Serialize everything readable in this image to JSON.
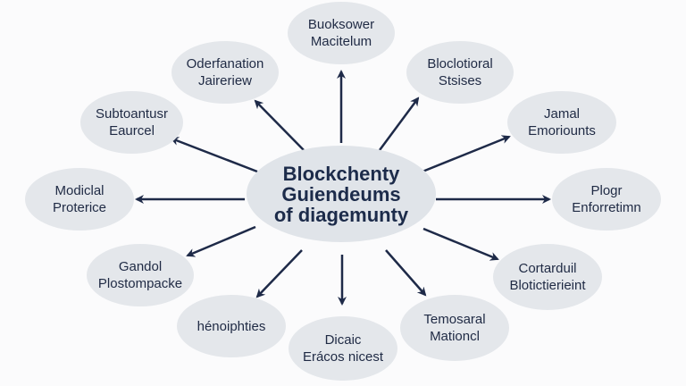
{
  "center": {
    "lines": [
      "Blockchenty",
      "Guiendeums",
      "of diagemunty"
    ]
  },
  "nodes": [
    {
      "id": "top",
      "lines": [
        "Buoksower",
        "Macitelum"
      ]
    },
    {
      "id": "top-left",
      "lines": [
        "Oderfanation",
        "Jaireriew"
      ]
    },
    {
      "id": "top-right",
      "lines": [
        "Bloclotioral",
        "Stsises"
      ]
    },
    {
      "id": "upper-left",
      "lines": [
        "Subtoantusr",
        "Eaurcel"
      ]
    },
    {
      "id": "upper-right",
      "lines": [
        "Jamal",
        "Emoriounts"
      ]
    },
    {
      "id": "left",
      "lines": [
        "Modiclal",
        "Proterice"
      ]
    },
    {
      "id": "right",
      "lines": [
        "Plogr",
        "Enforretimn"
      ]
    },
    {
      "id": "lower-left",
      "lines": [
        "Gandol",
        "Plostompacke"
      ]
    },
    {
      "id": "lower-right",
      "lines": [
        "Cortarduil",
        "Blotictierieint"
      ]
    },
    {
      "id": "bottom-left",
      "lines": [
        "hénoiphties"
      ]
    },
    {
      "id": "bottom",
      "lines": [
        "Dicaic",
        "Erácos nicest"
      ]
    },
    {
      "id": "bottom-right",
      "lines": [
        "Temosaral",
        "Mationcl"
      ]
    }
  ],
  "colors": {
    "node_fill": "#e4e7eb",
    "center_fill": "#e0e4e9",
    "arrow": "#1e2a48",
    "text": "#1f2a44"
  }
}
